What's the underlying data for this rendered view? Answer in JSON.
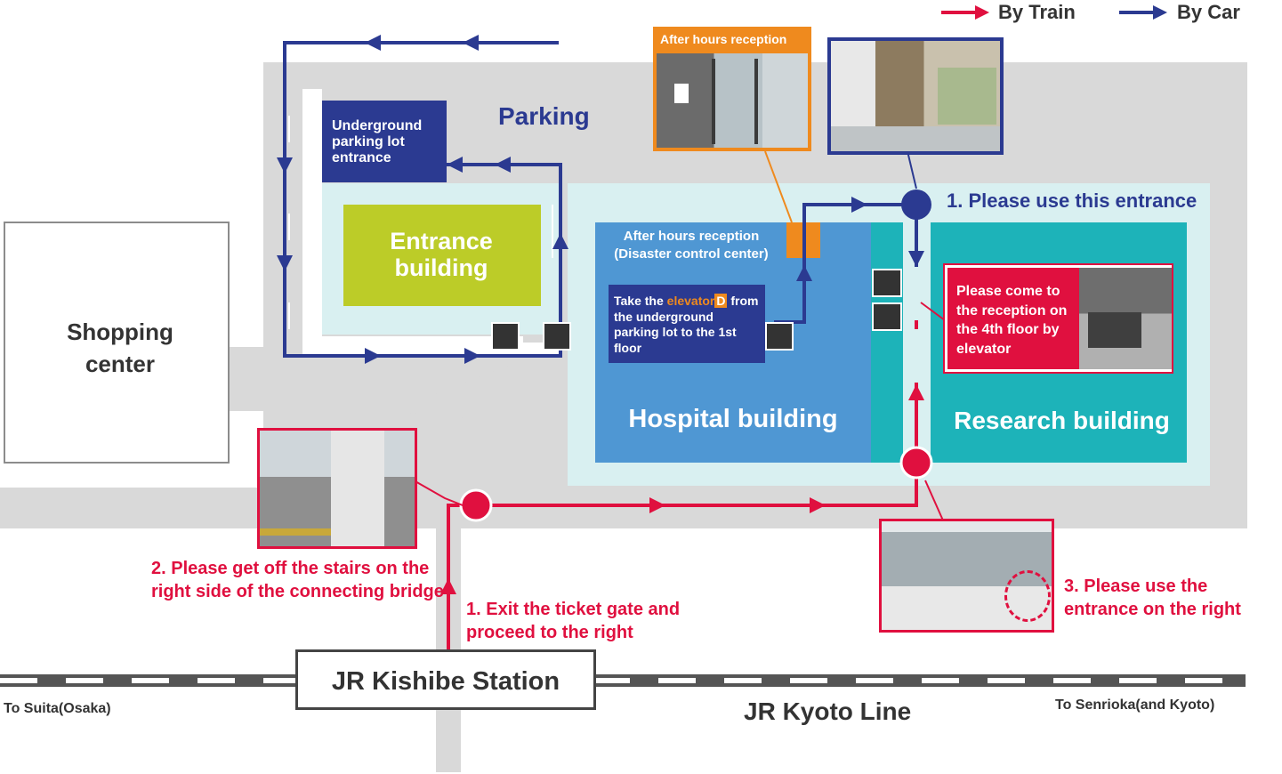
{
  "legend": {
    "train_label": "By Train",
    "car_label": "By Car"
  },
  "labels": {
    "parking": "Parking",
    "underground_entrance": "Underground parking lot entrance",
    "entrance_building": "Entrance building",
    "shopping_center": "Shopping center",
    "after_hours_top": "After hours reception",
    "after_hours_center": "After hours reception (Disaster control center)",
    "elevator_note_pre": "Take the ",
    "elevator_word": "elevator",
    "elevator_letter": "D",
    "elevator_note_post": "from the underground parking lot to the 1st floor",
    "please_use_entrance": "1. Please use this entrance",
    "reception_note": "Please come to the reception on the 4th floor by elevator",
    "hospital_building": "Hospital building",
    "research_building": "Research building",
    "step2": "2. Please get off the stairs on the right side of the connecting bridge",
    "step1": "1. Exit the ticket gate and proceed to the right",
    "step3": "3. Please use the entrance on the right",
    "station": "JR Kishibe Station",
    "line": "JR Kyoto Line",
    "to_suita": "To Suita(Osaka)",
    "to_senrioka": "To Senrioka(and Kyoto)"
  },
  "colors": {
    "train": "#e0103f",
    "car": "#2b3a91",
    "hospital": "#4f97d3",
    "research": "#1db3b9",
    "entrance_building": "#bccc28",
    "after_hours": "#ef8a1e",
    "ground": "#d9d9d9",
    "light_cyan": "#d9f0f1"
  }
}
